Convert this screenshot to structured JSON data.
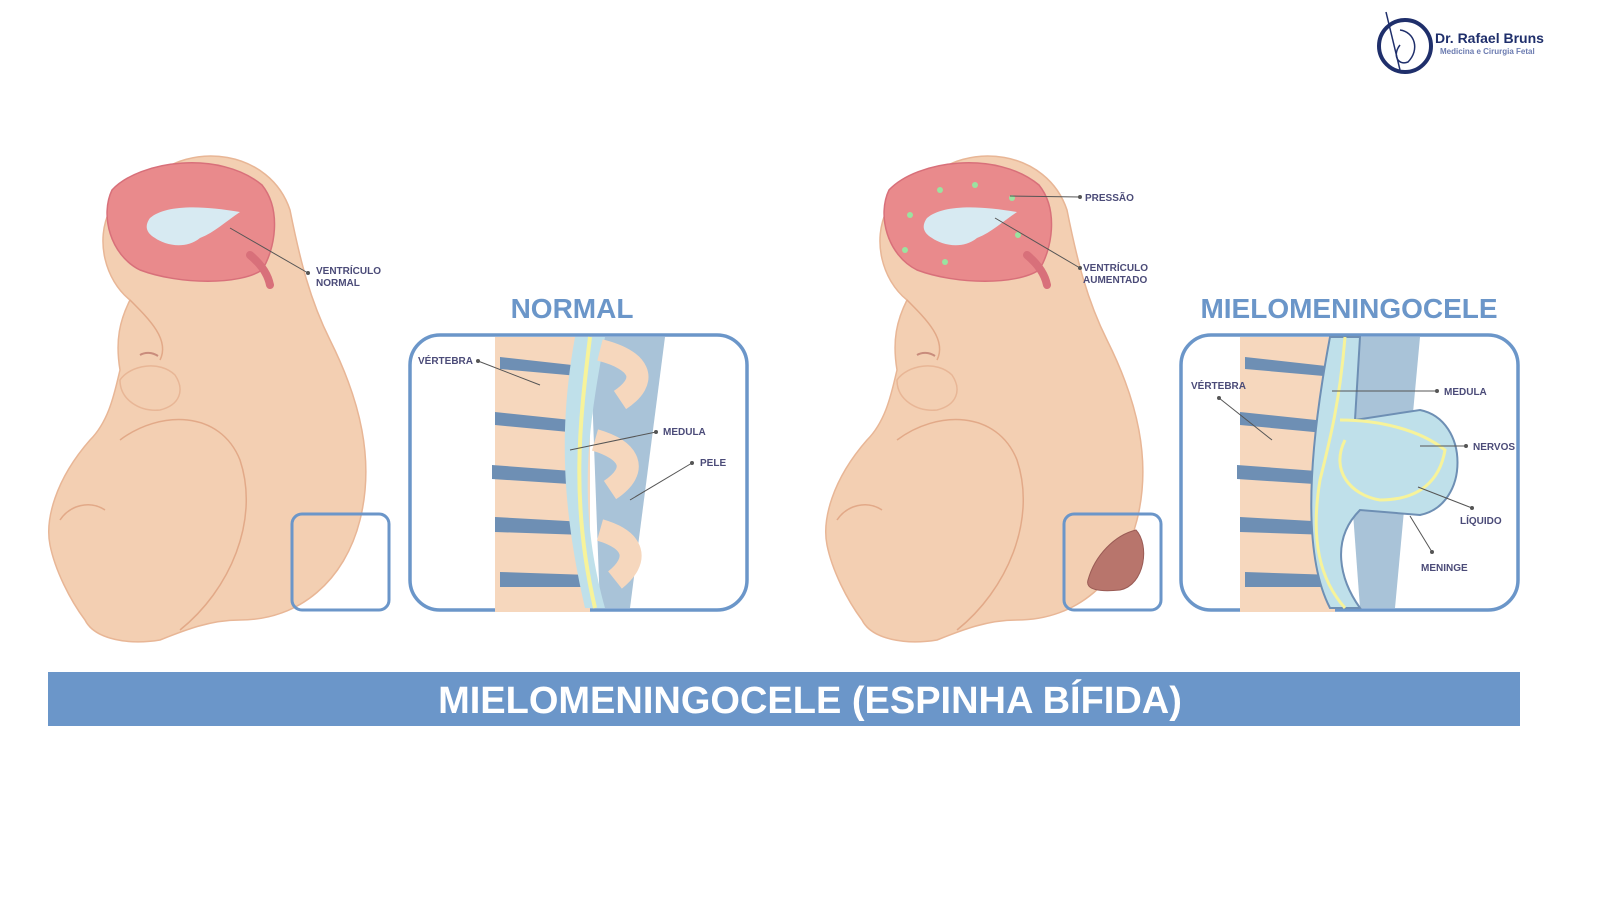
{
  "logo": {
    "name": "Dr. Rafael Bruns",
    "subtitle": "Medicina e Cirurgia Fetal"
  },
  "normal": {
    "title": "NORMAL",
    "labels": {
      "ventricle_1": "VENTRÍCULO",
      "ventricle_2": "NORMAL",
      "vertebra": "VÉRTEBRA",
      "medula": "MEDULA",
      "pele": "PELE"
    }
  },
  "mielo": {
    "title": "MIELOMENINGOCELE",
    "labels": {
      "pressao": "PRESSÃO",
      "ventricle_1": "VENTRÍCULO",
      "ventricle_2": "AUMENTADO",
      "vertebra": "VÉRTEBRA",
      "medula": "MEDULA",
      "nervos": "NERVOS",
      "liquido": "LÍQUIDO",
      "meninge": "MENINGE"
    }
  },
  "banner": {
    "text": "MIELOMENINGOCELE (ESPINHA BÍFIDA)"
  },
  "colors": {
    "accent": "#6b96c9",
    "skin": "#f3cfb2",
    "brain": "#e98a8c",
    "ventricle": "#d7eaf2",
    "nerve": "#f7f39a",
    "label": "#4b4b78"
  }
}
